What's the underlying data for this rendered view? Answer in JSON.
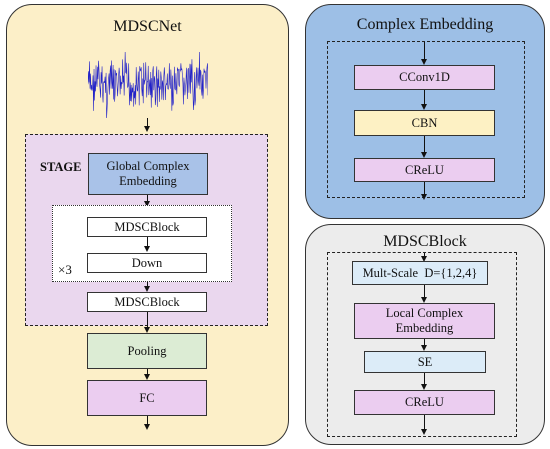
{
  "mdscnet": {
    "title": "MDSCNet",
    "stage_label": "STAGE",
    "global_embedding": "Global Complex Embedding",
    "mdscblock_inner": "MDSCBlock",
    "down": "Down",
    "repeat": "×3",
    "mdscblock_after": "MDSCBlock",
    "pooling": "Pooling",
    "fc": "FC"
  },
  "complex_embedding": {
    "title": "Complex Embedding",
    "cconv": "CConv1D",
    "cbn": "CBN",
    "crelu": "CReLU"
  },
  "mdscblock": {
    "title": "MDSCBlock",
    "multiscale": "Mult-Scale  D={1,2,4}",
    "local_embedding": "Local Complex Embedding",
    "se": "SE",
    "crelu": "CReLU"
  },
  "colors": {
    "left_panel": "#fcefc8",
    "top_right_panel": "#9dbfe6",
    "bottom_right_panel": "#ececec",
    "stage_fill": "#ead7ee",
    "purple_box": "#ebcdf0",
    "yellow_box": "#fdf1c4",
    "blue_box": "#dcecf8",
    "green_box": "#dcecd4",
    "global_box": "#a9c2e8",
    "signal": "#2222c8"
  }
}
